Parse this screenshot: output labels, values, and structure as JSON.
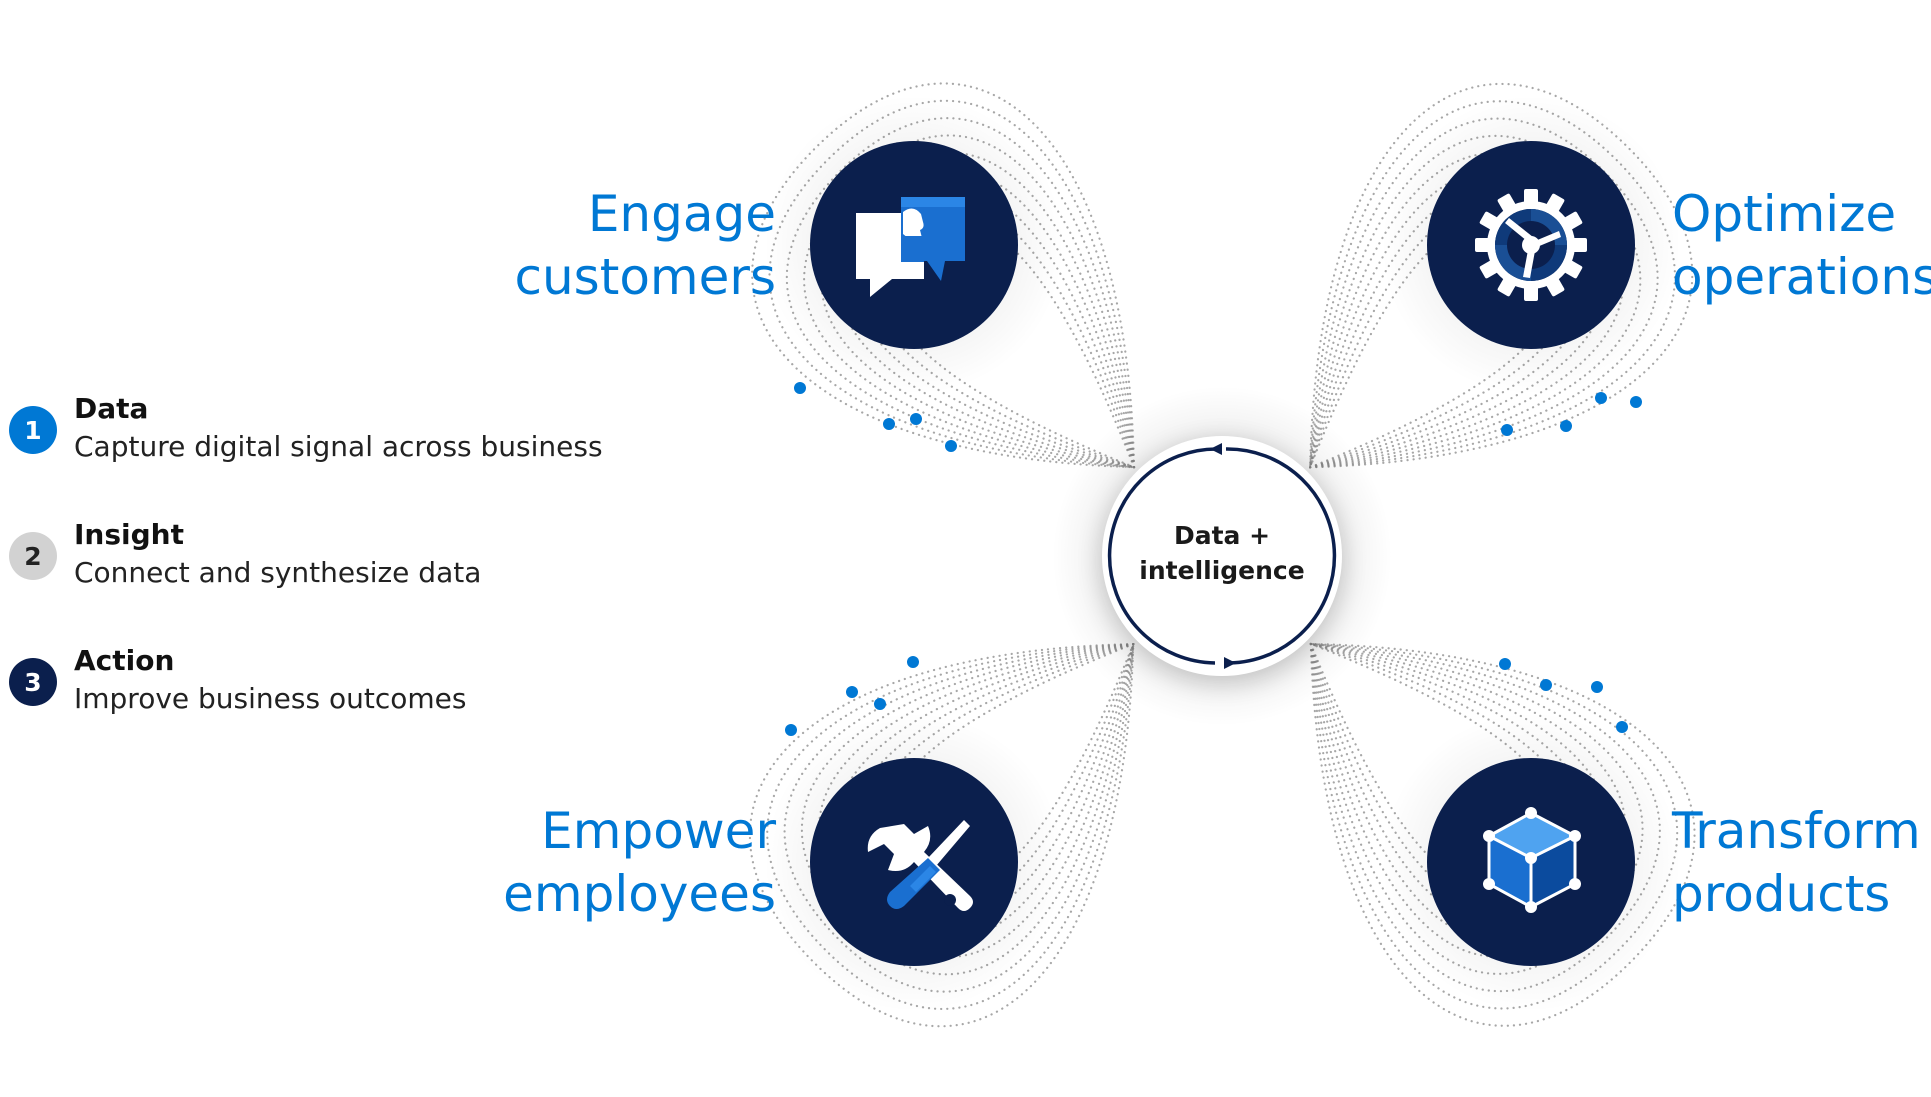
{
  "legend": {
    "items": [
      {
        "number": "1",
        "title": "Data",
        "description": "Capture digital signal across business"
      },
      {
        "number": "2",
        "title": "Insight",
        "description": "Connect and synthesize data"
      },
      {
        "number": "3",
        "title": "Action",
        "description": "Improve business outcomes"
      }
    ]
  },
  "quadrants": {
    "engage": {
      "line1": "Engage",
      "line2": "customers",
      "icon": "chat-bubbles-icon"
    },
    "optimize": {
      "line1": "Optimize",
      "line2": "operations",
      "icon": "gear-icon"
    },
    "empower": {
      "line1": "Empower",
      "line2": "employees",
      "icon": "wrench-screwdriver-icon"
    },
    "transform": {
      "line1": "Transform",
      "line2": "products",
      "icon": "cube-icon"
    }
  },
  "center": {
    "line1": "Data +",
    "line2": "intelligence",
    "icon": "cycle-arrows-icon"
  },
  "colors": {
    "accent_blue": "#0078d4",
    "navy": "#0b1f4d",
    "badge_1": "#0078d4",
    "badge_2": "#d2d2d2",
    "badge_3": "#0b1f4d",
    "dot_gray": "#8a8a8a"
  }
}
